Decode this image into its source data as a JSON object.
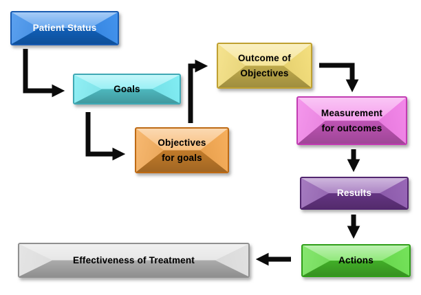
{
  "diagram": {
    "background_color": "#FFFFFF",
    "arrow_color": "#0B0B0B",
    "nodes": [
      {
        "id": "patient-status",
        "label": "Patient Status",
        "fill": "#1578E8",
        "border": "#1A5BB0",
        "text_color": "#FFFFFF"
      },
      {
        "id": "goals",
        "label": "Goals",
        "fill": "#62E8F0",
        "border": "#3FA8B4",
        "text_color": "#000000"
      },
      {
        "id": "objectives-for-goals",
        "label": "Objectives\nfor goals",
        "fill": "#F49B35",
        "border": "#BE6A14",
        "text_color": "#000000"
      },
      {
        "id": "outcome-of-objectives",
        "label": "Outcome of\nObjectives",
        "fill": "#F1D75F",
        "border": "#BFA030",
        "text_color": "#000000"
      },
      {
        "id": "measurement-for-outcomes",
        "label": "Measurement\nfor outcomes",
        "fill": "#F06AE4",
        "border": "#C23CB2",
        "text_color": "#000000"
      },
      {
        "id": "results",
        "label": "Results",
        "fill": "#7F42A5",
        "border": "#52266F",
        "text_color": "#FFFFFF"
      },
      {
        "id": "actions",
        "label": "Actions",
        "fill": "#53DC32",
        "border": "#2F9E18",
        "text_color": "#000000"
      },
      {
        "id": "effectiveness-of-treatment",
        "label": "Effectiveness of Treatment",
        "fill": "#D9D9D9",
        "border": "#909090",
        "text_color": "#000000"
      }
    ],
    "edges": [
      {
        "from": "patient-status",
        "to": "goals"
      },
      {
        "from": "goals",
        "to": "objectives-for-goals"
      },
      {
        "from": "objectives-for-goals",
        "to": "outcome-of-objectives"
      },
      {
        "from": "outcome-of-objectives",
        "to": "measurement-for-outcomes"
      },
      {
        "from": "measurement-for-outcomes",
        "to": "results"
      },
      {
        "from": "results",
        "to": "actions"
      },
      {
        "from": "actions",
        "to": "effectiveness-of-treatment"
      }
    ]
  }
}
